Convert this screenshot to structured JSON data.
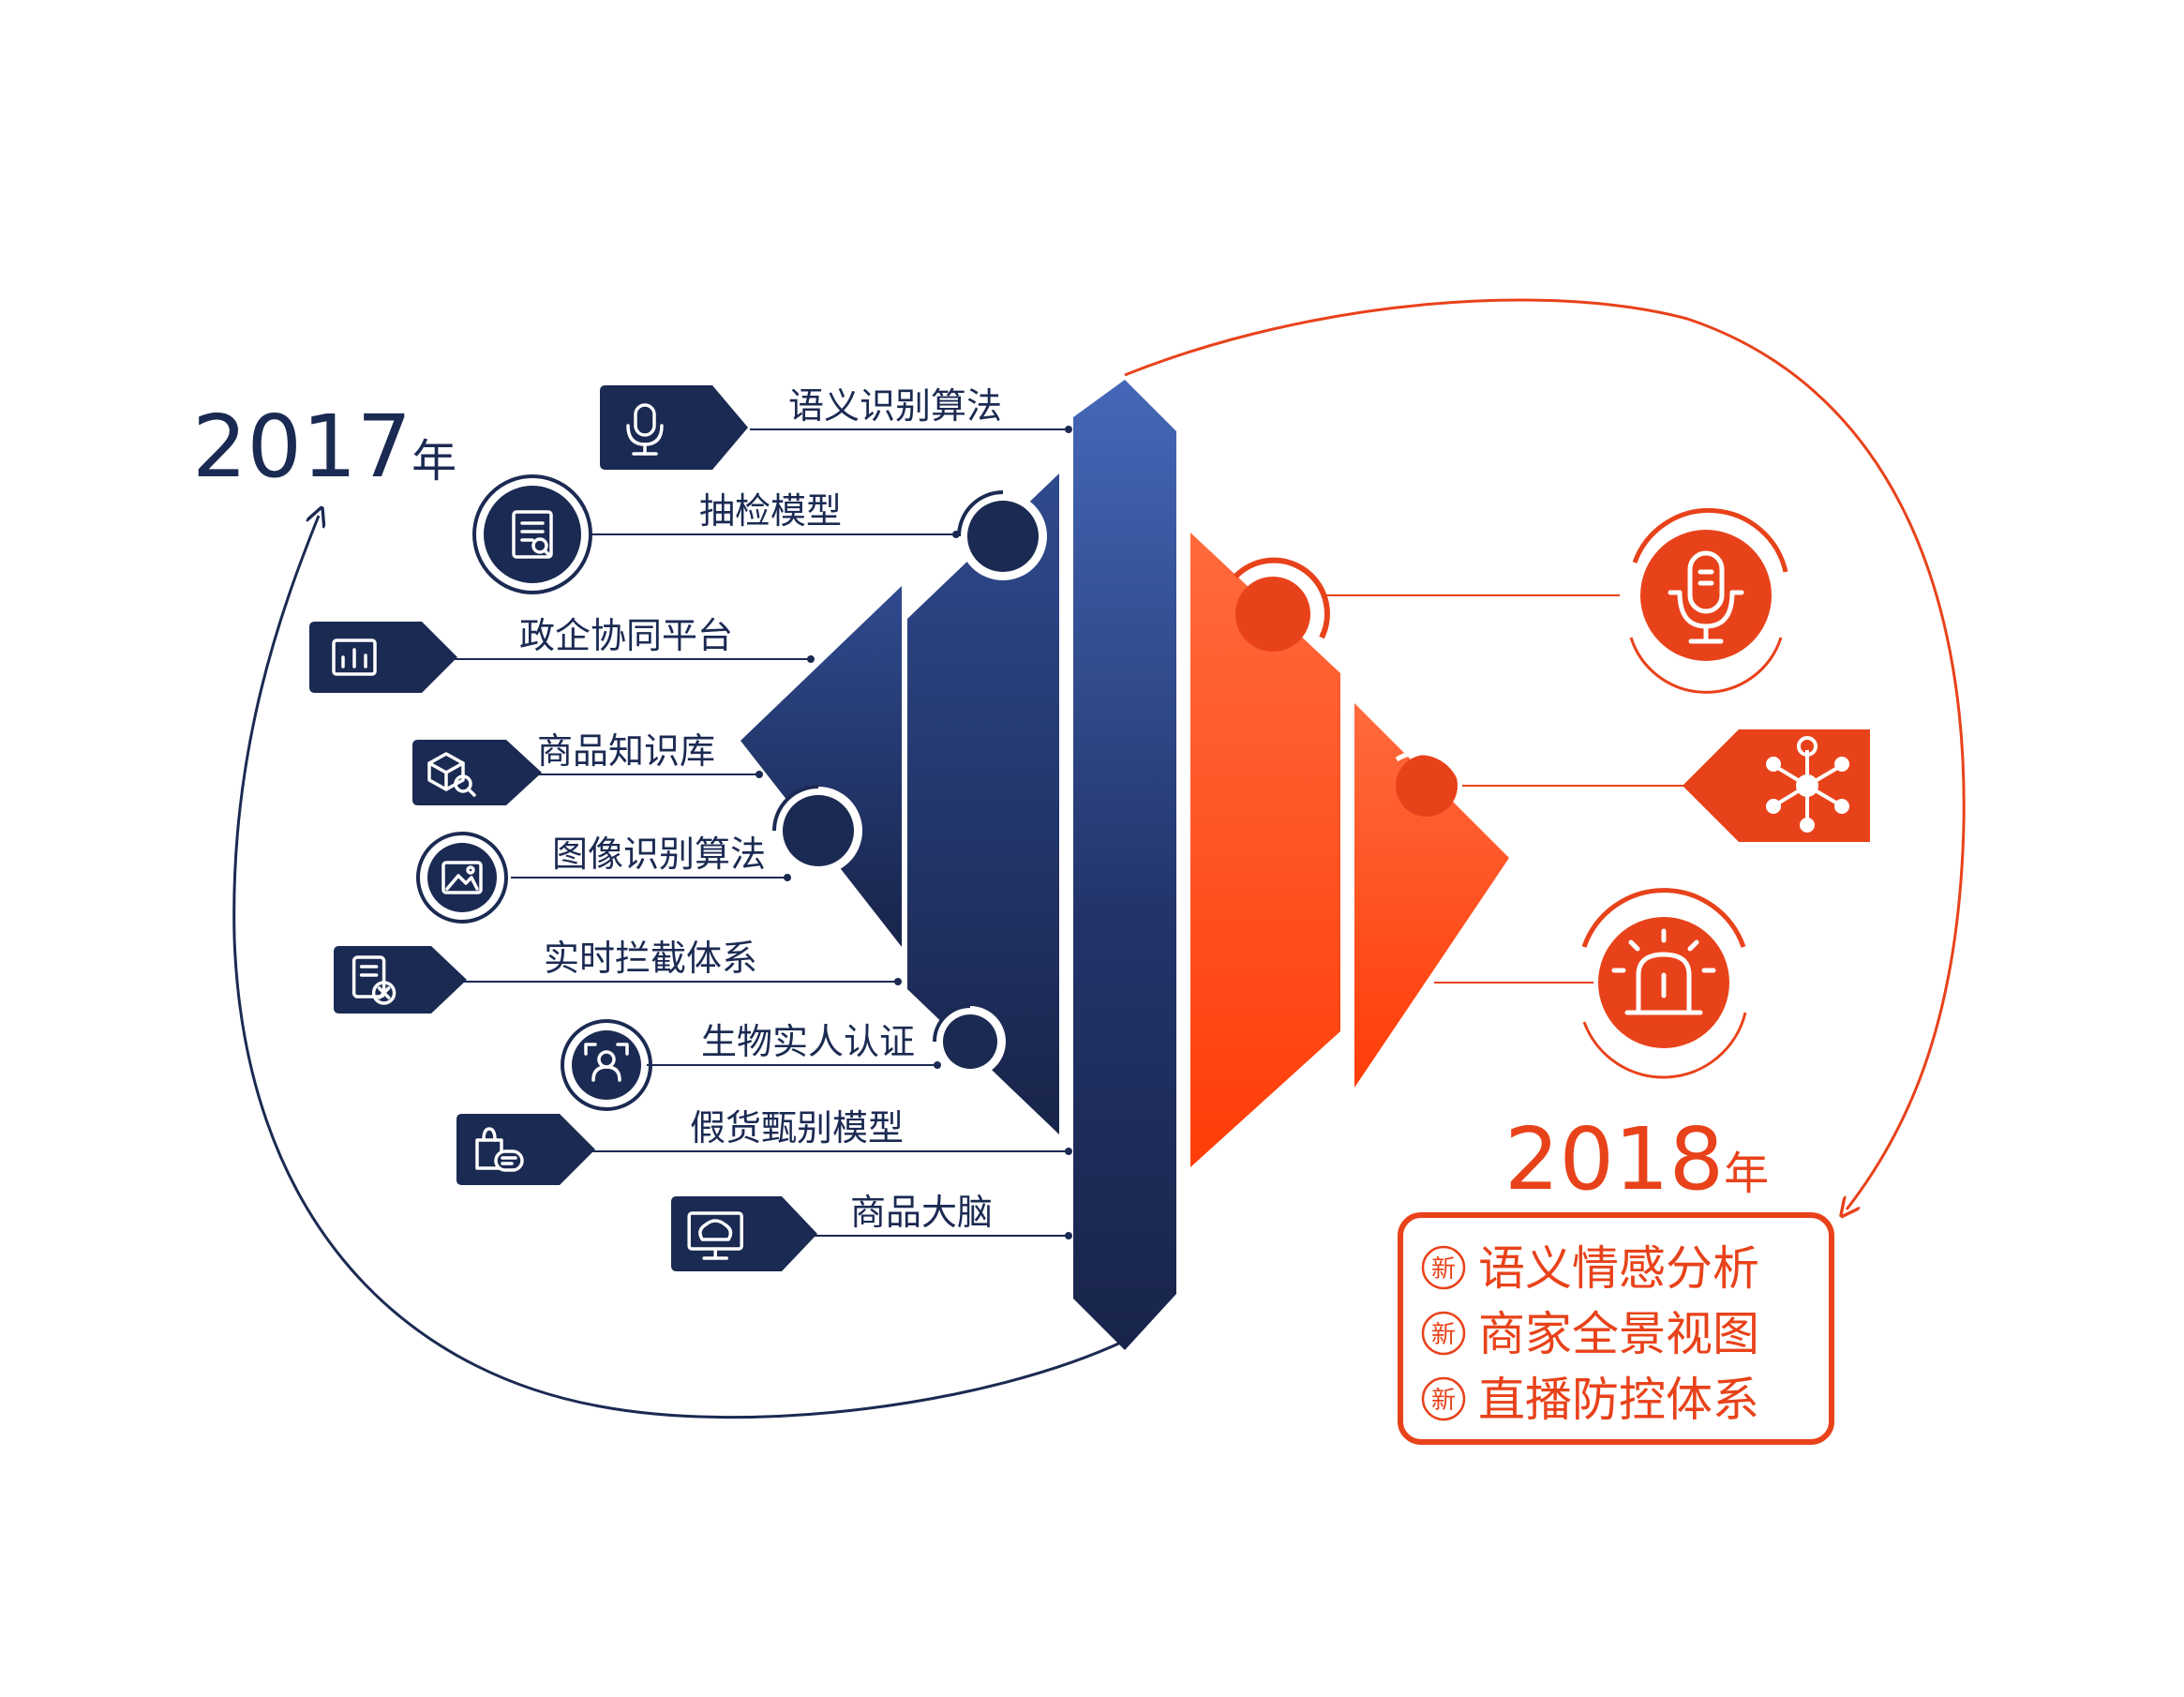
{
  "colors": {
    "navy": "#1b2a52",
    "navy_light": "#4468b8",
    "orange": "#e8421a",
    "orange_light": "#ff6a3d",
    "white": "#ffffff"
  },
  "left_year": {
    "number": "2017",
    "suffix": "年"
  },
  "right_year": {
    "number": "2018",
    "suffix": "年"
  },
  "left_items": [
    {
      "label": "语义识别算法",
      "icon": "microphone-icon"
    },
    {
      "label": "抽检模型",
      "icon": "document-search-icon"
    },
    {
      "label": "政企协同平台",
      "icon": "bar-chart-icon"
    },
    {
      "label": "商品知识库",
      "icon": "cube-search-icon"
    },
    {
      "label": "图像识别算法",
      "icon": "image-icon"
    },
    {
      "label": "实时拦截体系",
      "icon": "document-block-icon"
    },
    {
      "label": "生物实人认证",
      "icon": "face-scan-icon"
    },
    {
      "label": "假货甄别模型",
      "icon": "bag-chat-icon"
    },
    {
      "label": "商品大脑",
      "icon": "brain-monitor-icon"
    }
  ],
  "right_icons": [
    {
      "icon": "microphone-stand-icon"
    },
    {
      "icon": "network-hub-icon"
    },
    {
      "icon": "alarm-light-icon"
    }
  ],
  "new_badge": "新",
  "new_items": [
    {
      "label": "语义情感分析"
    },
    {
      "label": "商家全景视图"
    },
    {
      "label": "直播防控体系"
    }
  ]
}
